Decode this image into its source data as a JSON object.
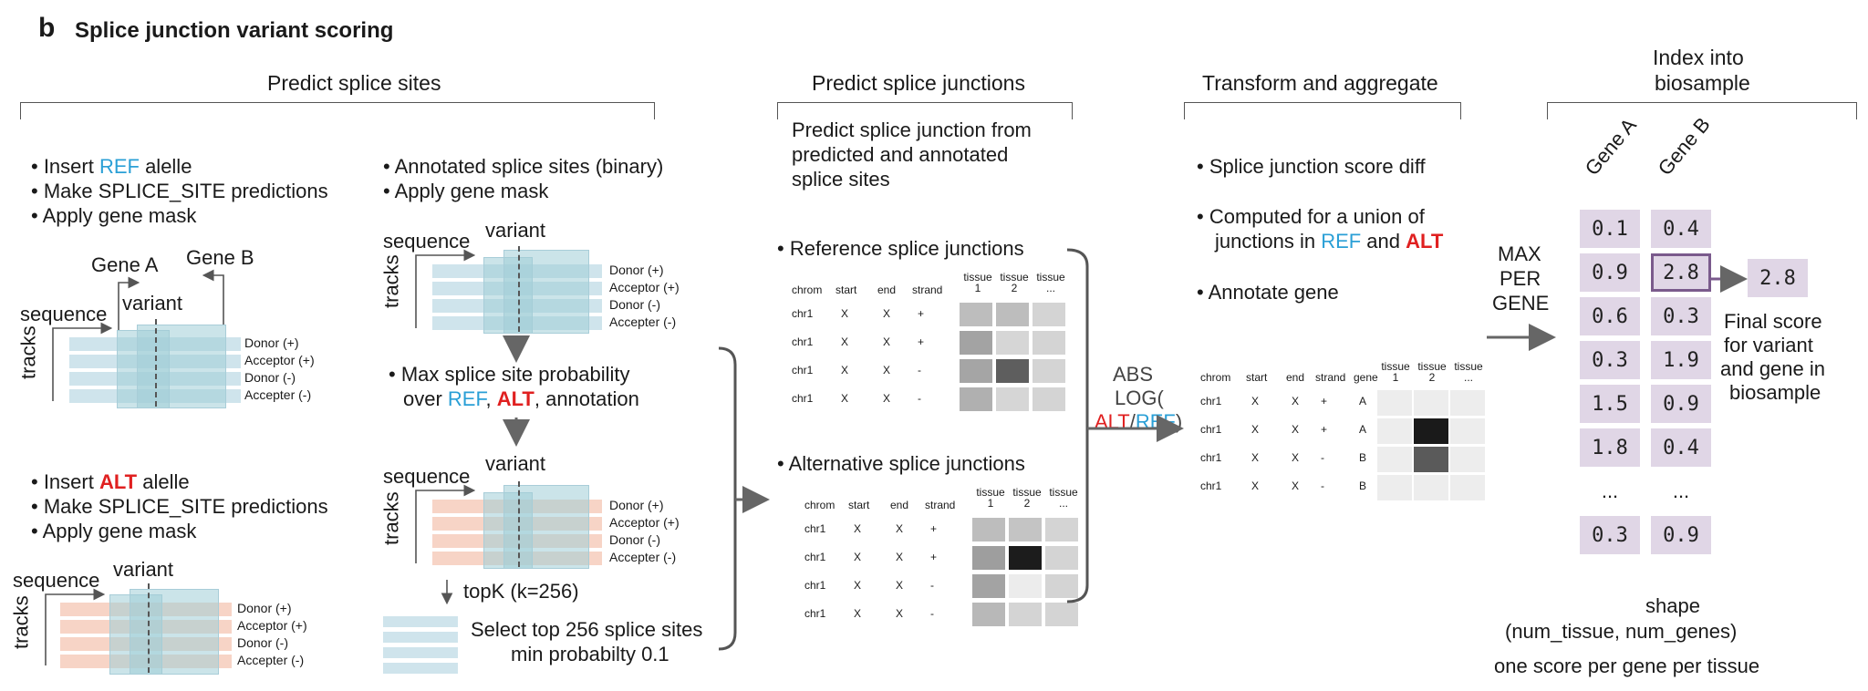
{
  "panel": {
    "letter": "b",
    "title": "Splice junction variant scoring"
  },
  "sections": {
    "predict_sites": "Predict splice sites",
    "predict_junctions": "Predict splice junctions",
    "transform": "Transform and aggregate",
    "index_line1": "Index into",
    "index_line2": "biosample"
  },
  "ref_block": {
    "bullet1_pre": "• Insert ",
    "bullet1_ref": "REF",
    "bullet1_post": " alelle",
    "bullet2": "• Make SPLICE_SITE predictions",
    "bullet3": "• Apply gene mask",
    "gene_a": "Gene A",
    "gene_b": "Gene B",
    "variant": "variant",
    "sequence": "sequence",
    "tracks": "tracks"
  },
  "track_labels": [
    "Donor (+)",
    "Acceptor (+)",
    "Donor (-)",
    "Accepter (-)"
  ],
  "alt_block": {
    "bullet1_pre": "• Insert ",
    "bullet1_alt": "ALT",
    "bullet1_post": " alelle",
    "bullet2": "• Make SPLICE_SITE predictions",
    "bullet3": "• Apply gene mask",
    "variant": "variant",
    "sequence": "sequence",
    "tracks": "tracks"
  },
  "annot_block": {
    "bullet1": "• Annotated splice sites (binary)",
    "bullet2": "• Apply gene mask",
    "variant": "variant",
    "sequence": "sequence",
    "tracks": "tracks",
    "max_pre": "• Max splice site probability",
    "max_over": "over ",
    "max_ref": "REF",
    "max_comma": ", ",
    "max_alt": "ALT",
    "max_post": ", annotation",
    "variant2": "variant",
    "sequence2": "sequence",
    "tracks2": "tracks",
    "topk": "topK (k=256)",
    "select1": "Select top 256 splice sites",
    "select2": "min probabilty 0.1"
  },
  "junctions": {
    "desc1": "Predict splice junction from",
    "desc2": "predicted and annotated",
    "desc3": "splice sites",
    "ref_title": "• Reference splice junctions",
    "alt_title": "• Alternative splice junctions",
    "headers": [
      "chrom",
      "start",
      "end",
      "strand",
      "tissue 1",
      "tissue 2",
      "tissue ..."
    ],
    "rows": [
      [
        "chr1",
        "X",
        "X",
        "+"
      ],
      [
        "chr1",
        "X",
        "X",
        "+"
      ],
      [
        "chr1",
        "X",
        "X",
        "-"
      ],
      [
        "chr1",
        "X",
        "X",
        "-"
      ]
    ],
    "ref_cells": [
      [
        "#bdbdbd",
        "#bdbdbd",
        "#d4d4d4"
      ],
      [
        "#a3a3a3",
        "#d6d6d6",
        "#d4d4d4"
      ],
      [
        "#a5a5a5",
        "#5e5e5e",
        "#d4d4d4"
      ],
      [
        "#b0b0b0",
        "#d6d6d6",
        "#d4d4d4"
      ]
    ],
    "alt_cells": [
      [
        "#bdbdbd",
        "#c4c4c4",
        "#d4d4d4"
      ],
      [
        "#9e9e9e",
        "#1c1c1c",
        "#d4d4d4"
      ],
      [
        "#a3a3a3",
        "#ececec",
        "#d4d4d4"
      ],
      [
        "#b8b8b8",
        "#d4d4d4",
        "#d4d4d4"
      ]
    ]
  },
  "transform_op": {
    "abs": "ABS",
    "log": "LOG(",
    "alt": "ALT",
    "slash": "/",
    "ref": "REF",
    "close": ")"
  },
  "aggregate": {
    "bullet1": "• Splice junction score diff",
    "bullet2_line1": "• Computed for a union of",
    "bullet2_line2_pre": "junctions in ",
    "bullet2_ref": "REF",
    "bullet2_and": " and ",
    "bullet2_alt": "ALT",
    "bullet3": "• Annotate gene",
    "headers": [
      "chrom",
      "start",
      "end",
      "strand",
      "gene",
      "tissue 1",
      "tissue 2",
      "tissue ..."
    ],
    "rows": [
      [
        "chr1",
        "X",
        "X",
        "+",
        "A"
      ],
      [
        "chr1",
        "X",
        "X",
        "+",
        "A"
      ],
      [
        "chr1",
        "X",
        "X",
        "-",
        "B"
      ],
      [
        "chr1",
        "X",
        "X",
        "-",
        "B"
      ]
    ],
    "cells": [
      [
        "#ededed",
        "#ededed",
        "#ededed"
      ],
      [
        "#ededed",
        "#1a1a1a",
        "#ededed"
      ],
      [
        "#ededed",
        "#5a5a5a",
        "#ededed"
      ],
      [
        "#ededed",
        "#ededed",
        "#ededed"
      ]
    ]
  },
  "max_label": [
    "MAX",
    "PER",
    "GENE"
  ],
  "matrix": {
    "col_a": "Gene A",
    "col_b": "Gene B",
    "gene_a": [
      "0.1",
      "0.9",
      "0.6",
      "0.3",
      "1.5",
      "1.8",
      "...",
      "0.3"
    ],
    "gene_b": [
      "0.4",
      "2.8",
      "0.3",
      "1.9",
      "0.9",
      "0.4",
      "...",
      "0.9"
    ],
    "highlight": "2.8",
    "final_1": "Final score",
    "final_2": "for variant",
    "final_3": "and gene in",
    "final_4": "biosample",
    "shape_1": "shape",
    "shape_2": "(num_tissue, num_genes)",
    "shape_3": "one score per gene per tissue"
  },
  "colors": {
    "ref_blue": "#2a9fd6",
    "alt_red": "#e02020",
    "track_blue": "#cfe4ec",
    "track_pink": "#f7d4c6",
    "matrix_purple": "#e0d6e6",
    "highlight_border": "#7a5a8c"
  }
}
